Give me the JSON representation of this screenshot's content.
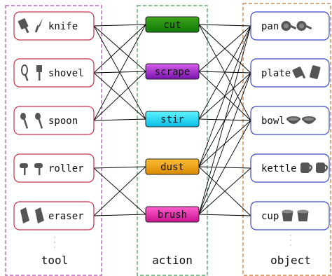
{
  "groups": {
    "tool": {
      "title": "tool",
      "border": "#a64ca6"
    },
    "action": {
      "title": "action",
      "border": "#3f9a55"
    },
    "object": {
      "title": "object",
      "border": "#c4722f"
    }
  },
  "ellipsis": "·\n·\n·",
  "tools": [
    {
      "label": "knife",
      "icons": [
        "cleaver-icon",
        "knife-icon"
      ]
    },
    {
      "label": "shovel",
      "icons": [
        "whisk-icon",
        "spatula-icon"
      ]
    },
    {
      "label": "spoon",
      "icons": [
        "spoon-icon",
        "spoon-icon"
      ]
    },
    {
      "label": "roller",
      "icons": [
        "roller-icon",
        "roller-icon"
      ]
    },
    {
      "label": "eraser",
      "icons": [
        "eraser-icon",
        "eraser-icon"
      ]
    }
  ],
  "actions": [
    {
      "label": "cut",
      "color_top": "#3ea41a",
      "color_bottom": "#0f7a08"
    },
    {
      "label": "scrape",
      "color_top": "#d45ee8",
      "color_bottom": "#7a12b0"
    },
    {
      "label": "stir",
      "color_top": "#5ff4ff",
      "color_bottom": "#08bde8"
    },
    {
      "label": "dust",
      "color_top": "#ffbe3a",
      "color_bottom": "#d88a00"
    },
    {
      "label": "brush",
      "color_top": "#ff5fcf",
      "color_bottom": "#c8128e"
    }
  ],
  "objects": [
    {
      "label": "pan",
      "icons": [
        "pan-icon",
        "pan-icon"
      ]
    },
    {
      "label": "plate",
      "icons": [
        "plate-icon",
        "board-icon"
      ]
    },
    {
      "label": "bowl",
      "icons": [
        "bowl-icon",
        "bowl-icon"
      ]
    },
    {
      "label": "kettle",
      "icons": [
        "kettle-icon",
        "kettle-icon"
      ]
    },
    {
      "label": "cup",
      "icons": [
        "cup-icon",
        "cup-icon"
      ]
    }
  ],
  "colors": {
    "tool_node_border": "#c8334a",
    "object_node_border": "#3a48c8",
    "edge": "#000000",
    "icon": "#555555"
  },
  "edges": {
    "tool_to_action": [
      [
        "knife",
        "cut"
      ],
      [
        "knife",
        "scrape"
      ],
      [
        "knife",
        "stir"
      ],
      [
        "shovel",
        "cut"
      ],
      [
        "shovel",
        "scrape"
      ],
      [
        "shovel",
        "stir"
      ],
      [
        "spoon",
        "cut"
      ],
      [
        "spoon",
        "scrape"
      ],
      [
        "spoon",
        "stir"
      ],
      [
        "roller",
        "dust"
      ],
      [
        "roller",
        "brush"
      ],
      [
        "eraser",
        "dust"
      ],
      [
        "eraser",
        "brush"
      ]
    ],
    "action_to_object": [
      [
        "cut",
        "pan"
      ],
      [
        "cut",
        "plate"
      ],
      [
        "cut",
        "bowl"
      ],
      [
        "scrape",
        "pan"
      ],
      [
        "scrape",
        "plate"
      ],
      [
        "scrape",
        "bowl"
      ],
      [
        "stir",
        "pan"
      ],
      [
        "stir",
        "plate"
      ],
      [
        "stir",
        "bowl"
      ],
      [
        "dust",
        "pan"
      ],
      [
        "dust",
        "plate"
      ],
      [
        "dust",
        "bowl"
      ],
      [
        "dust",
        "kettle"
      ],
      [
        "dust",
        "cup"
      ],
      [
        "brush",
        "pan"
      ],
      [
        "brush",
        "plate"
      ],
      [
        "brush",
        "bowl"
      ],
      [
        "brush",
        "kettle"
      ],
      [
        "brush",
        "cup"
      ]
    ]
  }
}
